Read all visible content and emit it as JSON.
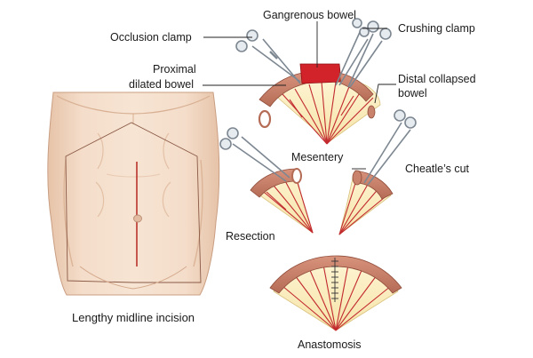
{
  "labels": {
    "gangrenous_bowel": "Gangrenous bowel",
    "occlusion_clamp": "Occlusion clamp",
    "crushing_clamp": "Crushing clamp",
    "proximal_line1": "Proximal",
    "proximal_line2": "dilated bowel",
    "distal_line1": "Distal collapsed",
    "distal_line2": "bowel",
    "mesentery": "Mesentery",
    "cheatles_cut": "Cheatle’s cut",
    "resection": "Resection",
    "anastomosis": "Anastomosis",
    "midline_incision": "Lengthy midline incision"
  },
  "colors": {
    "skin": "#f3dcc8",
    "skin_shadow": "#e2bfa4",
    "bowel": "#c9826b",
    "bowel_dark": "#a8614c",
    "gangrene": "#d2232a",
    "mesentery": "#fbf0c4",
    "vessel": "#c22a2f",
    "incision": "#b8322e",
    "clamp": "#8f9aa4"
  }
}
